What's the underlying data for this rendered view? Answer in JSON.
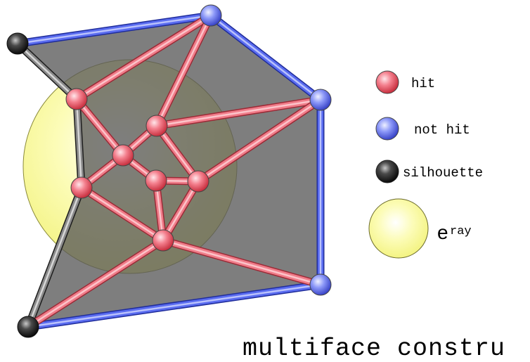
{
  "legend": {
    "hit": "hit",
    "not_hit": "not hit",
    "silhouette": "silhouette",
    "ray_symbol": "e",
    "ray_subscript": "ray"
  },
  "caption": "multiface constru",
  "colors": {
    "hit": "#f06070",
    "not_hit": "#6f7ff5",
    "silhouette": "#2a2a2a",
    "ray_disc": "#fbfb98",
    "face_fill": "#7a7a7a",
    "hit_edge": "#ea5c6c",
    "not_hit_edge": "#4055e0",
    "silhouette_edge": "#6a6a6a"
  },
  "vertices": [
    {
      "id": "s1",
      "state": "silhouette"
    },
    {
      "id": "s2",
      "state": "silhouette"
    },
    {
      "id": "b1",
      "state": "not hit"
    },
    {
      "id": "b2",
      "state": "not hit"
    },
    {
      "id": "b3",
      "state": "not hit"
    },
    {
      "id": "h1",
      "state": "hit"
    },
    {
      "id": "h2",
      "state": "hit"
    },
    {
      "id": "h3",
      "state": "hit"
    },
    {
      "id": "h4",
      "state": "hit"
    },
    {
      "id": "h5",
      "state": "hit"
    },
    {
      "id": "h6",
      "state": "hit"
    },
    {
      "id": "h7",
      "state": "hit"
    }
  ],
  "edges": [
    {
      "from": "s1",
      "to": "b1",
      "type": "not hit"
    },
    {
      "from": "b1",
      "to": "b2",
      "type": "not hit"
    },
    {
      "from": "b2",
      "to": "b3",
      "type": "not hit"
    },
    {
      "from": "b3",
      "to": "s2",
      "type": "not hit"
    },
    {
      "from": "s1",
      "to": "h1",
      "type": "silhouette"
    },
    {
      "from": "h1",
      "to": "h2",
      "type": "silhouette"
    },
    {
      "from": "h2",
      "to": "s2",
      "type": "silhouette"
    },
    {
      "from": "h1",
      "to": "b1",
      "type": "hit"
    },
    {
      "from": "b1",
      "to": "h3",
      "type": "hit"
    },
    {
      "from": "h3",
      "to": "b2",
      "type": "hit"
    },
    {
      "from": "h1",
      "to": "h4",
      "type": "hit"
    },
    {
      "from": "h4",
      "to": "h3",
      "type": "hit"
    },
    {
      "from": "h4",
      "to": "h2",
      "type": "hit"
    },
    {
      "from": "h4",
      "to": "h5",
      "type": "hit"
    },
    {
      "from": "h3",
      "to": "h6",
      "type": "hit"
    },
    {
      "from": "h5",
      "to": "h6",
      "type": "hit"
    },
    {
      "from": "h6",
      "to": "b2",
      "type": "hit"
    },
    {
      "from": "h5",
      "to": "h7",
      "type": "hit"
    },
    {
      "from": "h6",
      "to": "h7",
      "type": "hit"
    },
    {
      "from": "h2",
      "to": "h7",
      "type": "hit"
    },
    {
      "from": "h7",
      "to": "b3",
      "type": "hit"
    },
    {
      "from": "h7",
      "to": "s2",
      "type": "hit"
    }
  ]
}
